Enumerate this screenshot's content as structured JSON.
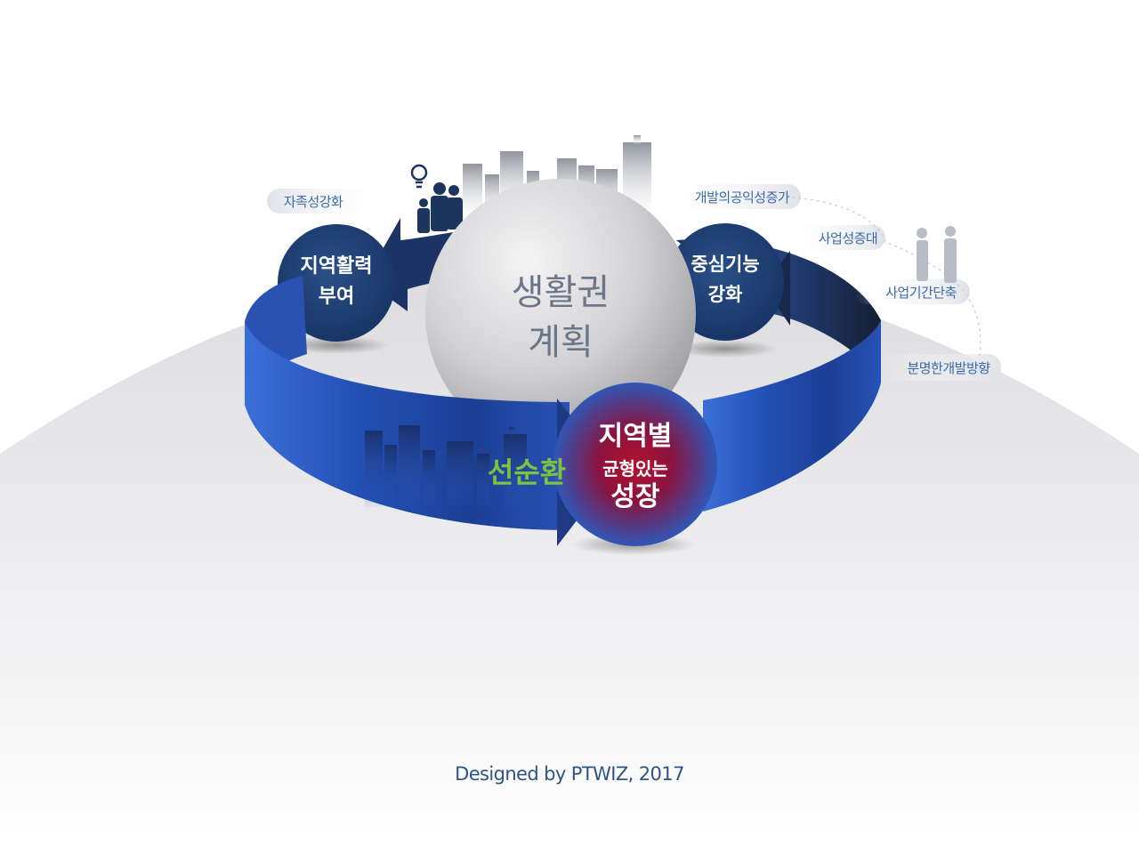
{
  "center": {
    "line1": "생활권",
    "line2": "계획"
  },
  "left_node": {
    "line1": "지역활력",
    "line2": "부여"
  },
  "right_node": {
    "line1": "중심기능",
    "line2": "강화"
  },
  "bottom_node": {
    "line1": "지역별",
    "line2": "균형있는",
    "line3": "성장"
  },
  "cycle_label": "선순환",
  "left_tag": "자족성강화",
  "right_tags": [
    "개발의공익성증가",
    "사업성증대",
    "사업기간단축",
    "분명한개발방향"
  ],
  "footer": "Designed by PTWIZ, 2017",
  "colors": {
    "ribbon_blue": "#2c5bc0",
    "node_navy": "#1d3b6b",
    "accent_red": "#b0122c",
    "cycle_green": "#7cc242",
    "tag_text": "#3a6aa8"
  }
}
